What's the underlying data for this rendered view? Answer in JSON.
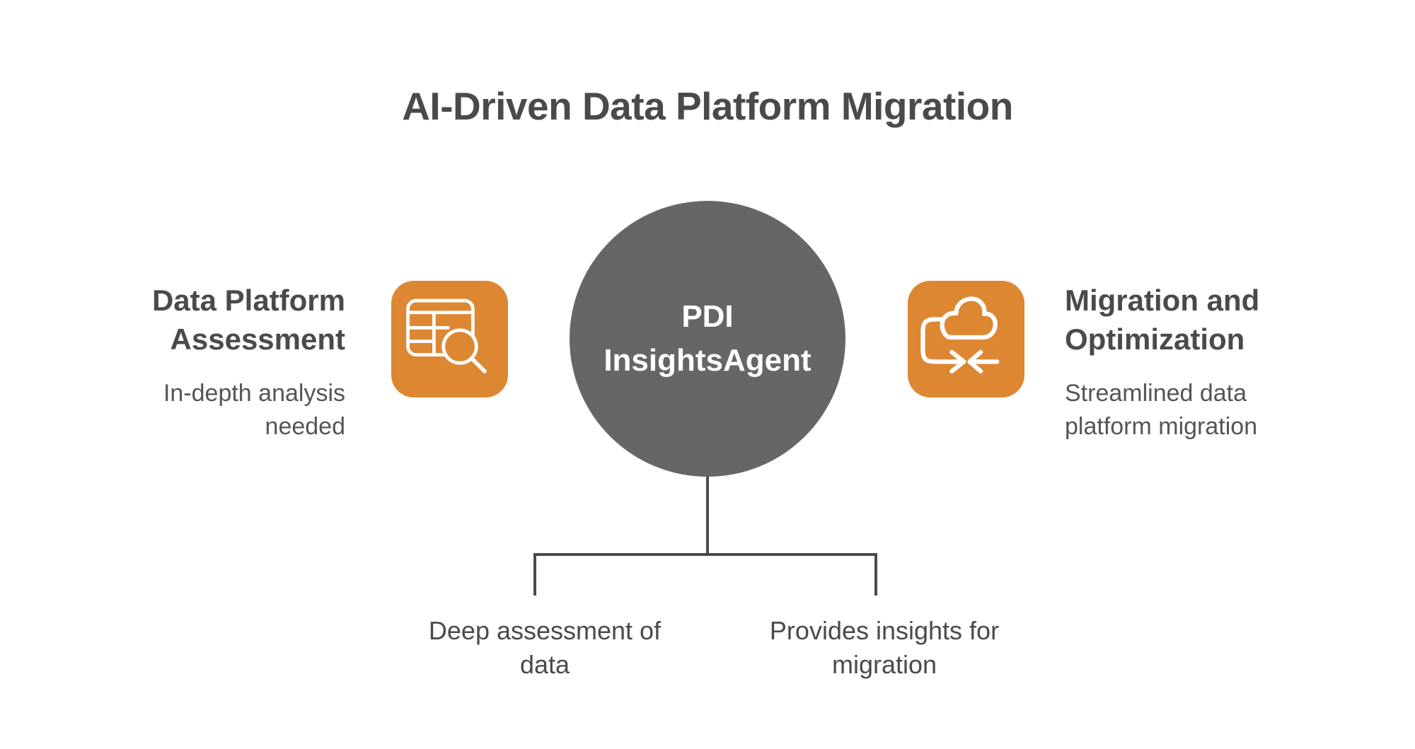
{
  "title": "AI-Driven Data Platform Migration",
  "center_node": {
    "line1": "PDI",
    "line2": "InsightsAgent"
  },
  "left_node": {
    "heading": "Data Platform Assessment",
    "description": "In-depth analysis needed",
    "icon": "table-search-icon"
  },
  "right_node": {
    "heading": "Migration and Optimization",
    "description": "Streamlined data platform migration",
    "icon": "cloud-migration-icon"
  },
  "branch_labels": {
    "left": "Deep assessment of data",
    "right": "Provides insights for migration"
  },
  "colors": {
    "accent_orange": "#DD8733",
    "node_gray": "#666666",
    "heading_text": "#4A4A4A",
    "body_text": "#555555",
    "connector": "#4A4A4A",
    "background": "#FFFFFF"
  }
}
